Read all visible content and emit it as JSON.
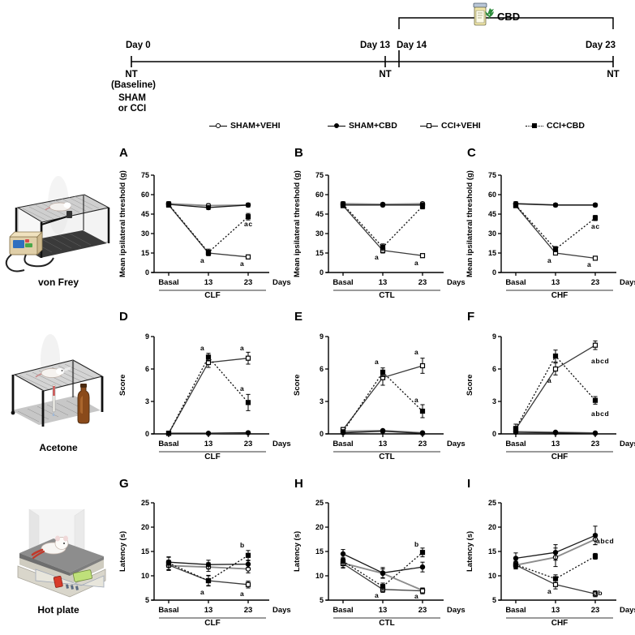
{
  "timeline": {
    "points": [
      {
        "top_label": "Day 0",
        "bottom_label": "NT",
        "extra": [
          "(Baseline)",
          "SHAM",
          "or CCI"
        ]
      },
      {
        "top_label": "Day 13",
        "bottom_label": "NT",
        "extra": []
      },
      {
        "top_label": "Day 14",
        "bottom_label": "",
        "extra": []
      },
      {
        "top_label": "Day 23",
        "bottom_label": "NT",
        "extra": []
      }
    ],
    "treatment_label": "CBD",
    "treatment_icon": "pill-bottle-cannabis-icon"
  },
  "legend": {
    "items": [
      {
        "label": "SHAM+VEHI",
        "marker": "open-circle",
        "line": "solid"
      },
      {
        "label": "SHAM+CBD",
        "marker": "filled-circle",
        "line": "solid"
      },
      {
        "label": "CCI+VEHI",
        "marker": "open-square",
        "line": "solid"
      },
      {
        "label": "CCI+CBD",
        "marker": "filled-square",
        "line": "dotted"
      }
    ]
  },
  "rows": [
    {
      "illustration": "von-frey-chamber-icon",
      "caption": "von Frey"
    },
    {
      "illustration": "acetone-chamber-icon",
      "caption": "Acetone"
    },
    {
      "illustration": "hot-plate-icon",
      "caption": "Hot plate"
    }
  ],
  "chart_data": [
    {
      "panel": "A",
      "type": "line",
      "title": "A",
      "ylabel": "Mean ipsilateral threshold (g)",
      "xlabel": "Days",
      "group_label": "CLF",
      "categories": [
        "Basal",
        "13",
        "23"
      ],
      "yticks": [
        0,
        15,
        30,
        45,
        60,
        75
      ],
      "ylim": [
        0,
        75
      ],
      "series": [
        {
          "name": "SHAM+VEHI",
          "marker": "open-circle",
          "line": "solid",
          "values": [
            53.0,
            51.5,
            52.0
          ],
          "errors": [
            1.5,
            1.5,
            1.2
          ]
        },
        {
          "name": "SHAM+CBD",
          "marker": "filled-circle",
          "line": "solid",
          "values": [
            52.5,
            50.0,
            52.0
          ],
          "errors": [
            2.0,
            1.5,
            1.5
          ]
        },
        {
          "name": "CCI+VEHI",
          "marker": "open-square",
          "line": "solid",
          "values": [
            52.0,
            15.0,
            12.0
          ],
          "errors": [
            1.5,
            2.0,
            1.5
          ]
        },
        {
          "name": "CCI+CBD",
          "marker": "filled-square",
          "line": "dotted",
          "values": [
            52.5,
            15.5,
            43.0
          ],
          "errors": [
            2.0,
            2.5,
            2.5
          ]
        }
      ],
      "annotations": [
        {
          "text": "a",
          "x": "13",
          "y": 9.0,
          "dx": -2
        },
        {
          "text": "a",
          "x": "23",
          "y": 6.5,
          "dx": -2
        },
        {
          "text": "ac",
          "x": "23",
          "y": 37.0,
          "dx": 3
        }
      ]
    },
    {
      "panel": "B",
      "type": "line",
      "title": "B",
      "ylabel": "Mean ipsilateral threshold (g)",
      "xlabel": "Days",
      "group_label": "CTL",
      "categories": [
        "Basal",
        "13",
        "23"
      ],
      "yticks": [
        0,
        15,
        30,
        45,
        60,
        75
      ],
      "ylim": [
        0,
        75
      ],
      "series": [
        {
          "name": "SHAM+VEHI",
          "marker": "open-circle",
          "line": "solid",
          "values": [
            53.0,
            52.5,
            53.0
          ],
          "errors": [
            1.5,
            1.2,
            1.2
          ]
        },
        {
          "name": "SHAM+CBD",
          "marker": "filled-circle",
          "line": "solid",
          "values": [
            52.0,
            52.0,
            52.0
          ],
          "errors": [
            1.8,
            1.2,
            1.5
          ]
        },
        {
          "name": "CCI+VEHI",
          "marker": "open-square",
          "line": "solid",
          "values": [
            51.5,
            17.0,
            13.0
          ],
          "errors": [
            1.5,
            2.0,
            1.5
          ]
        },
        {
          "name": "CCI+CBD",
          "marker": "filled-square",
          "line": "dotted",
          "values": [
            52.5,
            19.5,
            51.0
          ],
          "errors": [
            2.0,
            2.5,
            2.0
          ]
        }
      ],
      "annotations": [
        {
          "text": "a",
          "x": "13",
          "y": 11.0,
          "dx": -2
        },
        {
          "text": "a",
          "x": "23",
          "y": 7.0,
          "dx": -2
        }
      ]
    },
    {
      "panel": "C",
      "type": "line",
      "title": "C",
      "ylabel": "Mean ipsilateral threshold (g)",
      "xlabel": "Days",
      "group_label": "CHF",
      "categories": [
        "Basal",
        "13",
        "23"
      ],
      "yticks": [
        0,
        15,
        30,
        45,
        60,
        75
      ],
      "ylim": [
        0,
        75
      ],
      "series": [
        {
          "name": "SHAM+VEHI",
          "marker": "open-circle",
          "line": "solid",
          "values": [
            53.0,
            52.0,
            52.0
          ],
          "errors": [
            1.5,
            1.2,
            1.2
          ]
        },
        {
          "name": "SHAM+CBD",
          "marker": "filled-circle",
          "line": "solid",
          "values": [
            53.0,
            52.0,
            52.0
          ],
          "errors": [
            1.5,
            1.2,
            1.2
          ]
        },
        {
          "name": "CCI+VEHI",
          "marker": "open-square",
          "line": "solid",
          "values": [
            51.5,
            15.0,
            11.0
          ],
          "errors": [
            1.5,
            1.5,
            1.5
          ]
        },
        {
          "name": "CCI+CBD",
          "marker": "filled-square",
          "line": "dotted",
          "values": [
            52.0,
            18.0,
            42.0
          ],
          "errors": [
            1.8,
            2.0,
            2.0
          ]
        }
      ],
      "annotations": [
        {
          "text": "a",
          "x": "13",
          "y": 9.0,
          "dx": -2
        },
        {
          "text": "a",
          "x": "23",
          "y": 5.5,
          "dx": -2
        },
        {
          "text": "ac",
          "x": "23",
          "y": 35.0,
          "dx": 3
        }
      ]
    },
    {
      "panel": "D",
      "type": "line",
      "title": "D",
      "ylabel": "Score",
      "xlabel": "Days",
      "group_label": "CLF",
      "categories": [
        "Basal",
        "13",
        "23"
      ],
      "yticks": [
        0,
        3,
        6,
        9
      ],
      "ylim": [
        0,
        9
      ],
      "series": [
        {
          "name": "SHAM+VEHI",
          "marker": "open-circle",
          "line": "solid",
          "values": [
            0.05,
            0.05,
            0.1
          ],
          "errors": [
            0.05,
            0.05,
            0.08
          ]
        },
        {
          "name": "SHAM+CBD",
          "marker": "filled-circle",
          "line": "solid",
          "values": [
            0.05,
            0.05,
            0.1
          ],
          "errors": [
            0.05,
            0.05,
            0.08
          ]
        },
        {
          "name": "CCI+VEHI",
          "marker": "open-square",
          "line": "solid",
          "values": [
            0.05,
            6.6,
            7.0
          ],
          "errors": [
            0.05,
            0.45,
            0.55
          ]
        },
        {
          "name": "CCI+CBD",
          "marker": "filled-square",
          "line": "dotted",
          "values": [
            0.05,
            7.1,
            2.9
          ],
          "errors": [
            0.05,
            0.35,
            0.75
          ]
        }
      ],
      "annotations": [
        {
          "text": "a",
          "x": "13",
          "y": 7.9,
          "dx": -2
        },
        {
          "text": "a",
          "x": "23",
          "y": 7.9,
          "dx": -2
        },
        {
          "text": "a",
          "x": "23",
          "y": 4.1,
          "dx": -2
        }
      ]
    },
    {
      "panel": "E",
      "type": "line",
      "title": "E",
      "ylabel": "Score",
      "xlabel": "Days",
      "group_label": "CTL",
      "categories": [
        "Basal",
        "13",
        "23"
      ],
      "yticks": [
        0,
        3,
        6,
        9
      ],
      "ylim": [
        0,
        9
      ],
      "series": [
        {
          "name": "SHAM+VEHI",
          "marker": "open-circle",
          "line": "solid",
          "values": [
            0.25,
            0.3,
            0.1
          ],
          "errors": [
            0.12,
            0.12,
            0.08
          ]
        },
        {
          "name": "SHAM+CBD",
          "marker": "filled-circle",
          "line": "solid",
          "values": [
            0.1,
            0.25,
            0.05
          ],
          "errors": [
            0.1,
            0.12,
            0.06
          ]
        },
        {
          "name": "CCI+VEHI",
          "marker": "open-square",
          "line": "solid",
          "values": [
            0.4,
            5.2,
            6.3
          ],
          "errors": [
            0.2,
            0.7,
            0.7
          ]
        },
        {
          "name": "CCI+CBD",
          "marker": "filled-square",
          "line": "dotted",
          "values": [
            0.2,
            5.7,
            2.1
          ],
          "errors": [
            0.15,
            0.4,
            0.6
          ]
        }
      ],
      "annotations": [
        {
          "text": "a",
          "x": "13",
          "y": 6.6,
          "dx": -2
        },
        {
          "text": "a",
          "x": "23",
          "y": 7.5,
          "dx": -2
        },
        {
          "text": "a",
          "x": "23",
          "y": 3.1,
          "dx": -2
        }
      ]
    },
    {
      "panel": "F",
      "type": "line",
      "title": "F",
      "ylabel": "Score",
      "xlabel": "Days",
      "group_label": "CHF",
      "categories": [
        "Basal",
        "13",
        "23"
      ],
      "yticks": [
        0,
        3,
        6,
        9
      ],
      "ylim": [
        0,
        9
      ],
      "series": [
        {
          "name": "SHAM+VEHI",
          "marker": "open-circle",
          "line": "solid",
          "values": [
            0.2,
            0.15,
            0.08
          ],
          "errors": [
            0.12,
            0.1,
            0.06
          ]
        },
        {
          "name": "SHAM+CBD",
          "marker": "filled-circle",
          "line": "solid",
          "values": [
            0.15,
            0.1,
            0.05
          ],
          "errors": [
            0.1,
            0.08,
            0.05
          ]
        },
        {
          "name": "CCI+VEHI",
          "marker": "open-square",
          "line": "solid",
          "values": [
            0.45,
            6.0,
            8.2
          ],
          "errors": [
            0.45,
            0.55,
            0.4
          ]
        },
        {
          "name": "CCI+CBD",
          "marker": "filled-square",
          "line": "dotted",
          "values": [
            0.5,
            7.2,
            3.1
          ],
          "errors": [
            0.4,
            0.55,
            0.35
          ]
        }
      ],
      "annotations": [
        {
          "text": "a",
          "x": "13",
          "y": 4.9,
          "dx": -2
        },
        {
          "text": "abcd",
          "x": "23",
          "y": 6.7,
          "dx": 3
        },
        {
          "text": "abcd",
          "x": "23",
          "y": 1.8,
          "dx": 3
        }
      ]
    },
    {
      "panel": "G",
      "type": "line",
      "title": "G",
      "ylabel": "Latency (s)",
      "xlabel": "Days",
      "group_label": "CLF",
      "categories": [
        "Basal",
        "13",
        "23"
      ],
      "yticks": [
        5,
        10,
        15,
        20,
        25
      ],
      "ylim": [
        5,
        25
      ],
      "series": [
        {
          "name": "SHAM+VEHI",
          "marker": "open-circle",
          "line": "solid",
          "values": [
            12.1,
            11.8,
            11.4
          ],
          "errors": [
            1.0,
            0.9,
            0.8
          ]
        },
        {
          "name": "SHAM+CBD",
          "marker": "filled-circle",
          "line": "solid",
          "values": [
            12.8,
            12.3,
            12.4
          ],
          "errors": [
            1.0,
            0.9,
            0.7
          ]
        },
        {
          "name": "CCI+VEHI",
          "marker": "open-square",
          "line": "solid",
          "values": [
            12.2,
            9.0,
            8.2
          ],
          "errors": [
            1.0,
            1.0,
            0.7
          ]
        },
        {
          "name": "CCI+CBD",
          "marker": "filled-square",
          "line": "dotted",
          "values": [
            12.6,
            9.0,
            14.2
          ],
          "errors": [
            1.3,
            1.1,
            1.0
          ]
        }
      ],
      "annotations": [
        {
          "text": "a",
          "x": "13",
          "y": 6.5,
          "dx": -2
        },
        {
          "text": "a",
          "x": "23",
          "y": 6.2,
          "dx": -2
        },
        {
          "text": "b",
          "x": "23",
          "y": 16.1,
          "dx": -2
        }
      ]
    },
    {
      "panel": "H",
      "type": "line",
      "title": "H",
      "ylabel": "Latency (s)",
      "xlabel": "Days",
      "group_label": "CTL",
      "categories": [
        "Basal",
        "13",
        "23"
      ],
      "yticks": [
        5,
        10,
        15,
        20,
        25
      ],
      "ylim": [
        5,
        25
      ],
      "series": [
        {
          "name": "SHAM+VEHI",
          "marker": "open-circle",
          "line": "solid",
          "values": [
            12.6,
            10.5,
            7.0
          ],
          "errors": [
            0.9,
            0.9,
            0.5
          ]
        },
        {
          "name": "SHAM+CBD",
          "marker": "filled-circle",
          "line": "solid",
          "values": [
            14.5,
            10.6,
            11.8
          ],
          "errors": [
            0.9,
            1.1,
            1.0
          ]
        },
        {
          "name": "CCI+VEHI",
          "marker": "open-square",
          "line": "solid",
          "values": [
            12.5,
            7.2,
            6.9
          ],
          "errors": [
            0.9,
            0.6,
            0.6
          ]
        },
        {
          "name": "CCI+CBD",
          "marker": "filled-square",
          "line": "dotted",
          "values": [
            13.0,
            7.8,
            14.8
          ],
          "errors": [
            0.8,
            0.7,
            0.9
          ]
        }
      ],
      "annotations": [
        {
          "text": "a",
          "x": "13",
          "y": 5.9,
          "dx": -2
        },
        {
          "text": "a",
          "x": "23",
          "y": 5.7,
          "dx": -2
        },
        {
          "text": "b",
          "x": "23",
          "y": 16.4,
          "dx": -2
        }
      ]
    },
    {
      "panel": "I",
      "type": "line",
      "title": "I",
      "ylabel": "Latency (s)",
      "xlabel": "Days",
      "group_label": "CHF",
      "categories": [
        "Basal",
        "13",
        "23"
      ],
      "yticks": [
        5,
        10,
        15,
        20,
        25
      ],
      "ylim": [
        5,
        25
      ],
      "series": [
        {
          "name": "SHAM+VEHI",
          "marker": "open-circle",
          "line": "solid",
          "values": [
            12.2,
            13.8,
            17.5
          ],
          "errors": [
            0.8,
            1.9,
            1.1
          ]
        },
        {
          "name": "SHAM+CBD",
          "marker": "filled-circle",
          "line": "solid",
          "values": [
            13.6,
            14.8,
            18.3
          ],
          "errors": [
            1.1,
            1.6,
            1.9
          ]
        },
        {
          "name": "CCI+VEHI",
          "marker": "open-square",
          "line": "solid",
          "values": [
            12.2,
            8.2,
            6.3
          ],
          "errors": [
            0.7,
            0.9,
            0.6
          ]
        },
        {
          "name": "CCI+CBD",
          "marker": "filled-square",
          "line": "dotted",
          "values": [
            12.3,
            9.4,
            14.0
          ],
          "errors": [
            0.7,
            0.8,
            0.6
          ]
        }
      ],
      "annotations": [
        {
          "text": "a",
          "x": "13",
          "y": 6.6,
          "dx": -2
        },
        {
          "text": "abcd",
          "x": "23",
          "y": 17.0,
          "dx": 9
        },
        {
          "text": "b",
          "x": "23",
          "y": 14.0,
          "dx": 6
        },
        {
          "text": "ab",
          "x": "23",
          "y": 6.3,
          "dx": 6
        }
      ]
    }
  ],
  "colors": {
    "axis": "#000000",
    "sham_vehi": "#808080",
    "ink": "#000000",
    "rule": "#9a9a9a",
    "cbd_leaf": "#2e8b3d"
  }
}
